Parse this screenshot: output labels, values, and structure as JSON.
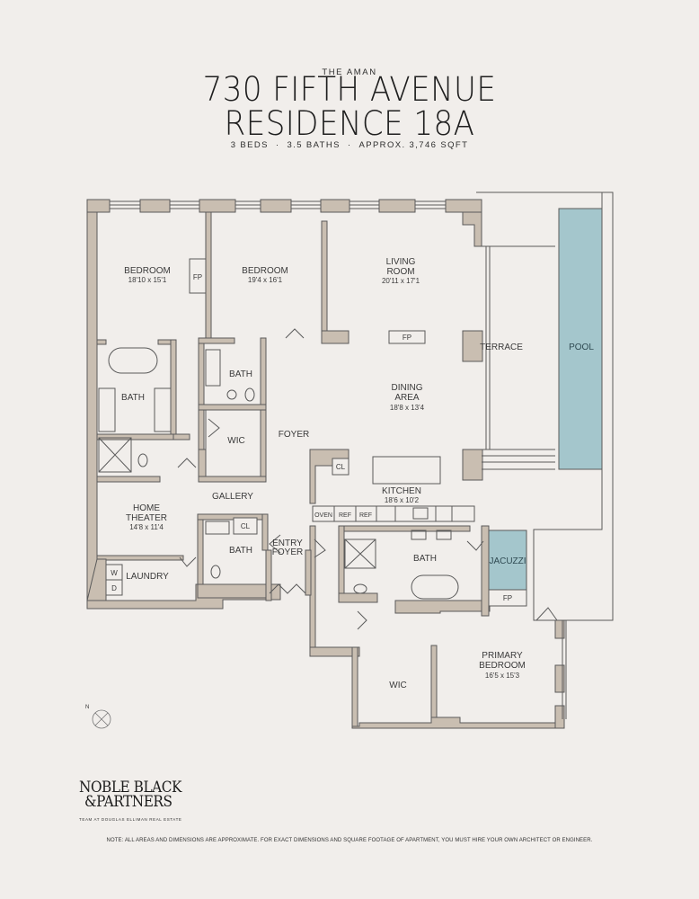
{
  "header": {
    "building": "THE AMAN",
    "address": "730 FIFTH AVENUE",
    "residence": "RESIDENCE 18A",
    "beds": "3 BEDS",
    "baths": "3.5 BATHS",
    "sqft": "APPROX. 3,746 SQFT",
    "separator": "·"
  },
  "colors": {
    "background": "#f1eeeb",
    "wall": "#c9beb1",
    "line": "#5a5a5a",
    "water": "#a4c6cc",
    "floor": "#f1eeeb"
  },
  "rooms": {
    "bedroom1": {
      "name": "BEDROOM",
      "dims": "18'10 x 15'1"
    },
    "bedroom2": {
      "name": "BEDROOM",
      "dims": "19'4 x 16'1"
    },
    "living": {
      "name1": "LIVING",
      "name2": "ROOM",
      "dims": "20'11 x 17'1"
    },
    "dining": {
      "name1": "DINING",
      "name2": "AREA",
      "dims": "18'8 x 13'4"
    },
    "kitchen": {
      "name": "KITCHEN",
      "dims": "18'6 x 10'2"
    },
    "home_theater": {
      "name1": "HOME",
      "name2": "THEATER",
      "dims": "14'8 x 11'4"
    },
    "primary_bedroom": {
      "name1": "PRIMARY",
      "name2": "BEDROOM",
      "dims": "16'5 x 15'3"
    },
    "bath_bed1": "BATH",
    "bath_bed2": "BATH",
    "bath_powder": "BATH",
    "bath_primary": "BATH",
    "wic1": "WIC",
    "wic_primary": "WIC",
    "foyer": "FOYER",
    "gallery": "GALLERY",
    "entry_foyer1": "ENTRY",
    "entry_foyer2": "FOYER",
    "laundry": "LAUNDRY",
    "terrace": "TERRACE",
    "pool": "POOL",
    "jacuzzi": "JACUZZI"
  },
  "fixtures": {
    "fp": "FP",
    "cl": "CL",
    "oven": "OVEN",
    "ref": "REF",
    "washer": "W",
    "dryer": "D"
  },
  "compass": {
    "label": "N"
  },
  "branding": {
    "line1": "NOBLE BLACK",
    "line2": "&PARTNERS",
    "tagline": "TEAM AT DOUGLAS ELLIMAN REAL ESTATE"
  },
  "footer": {
    "note": "NOTE: ALL AREAS AND DIMENSIONS ARE APPROXIMATE. FOR EXACT DIMENSIONS AND SQUARE FOOTAGE OF APARTMENT, YOU MUST HIRE YOUR OWN ARCHITECT OR ENGINEER."
  }
}
